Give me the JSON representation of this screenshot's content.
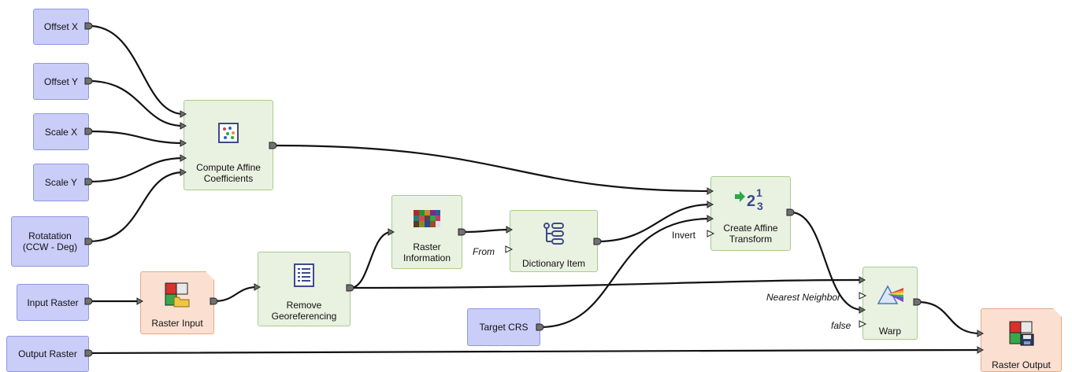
{
  "inputs": {
    "offset_x": "Offset X",
    "offset_y": "Offset Y",
    "scale_x": "Scale X",
    "scale_y": "Scale Y",
    "rotation_line1": "Rotatation",
    "rotation_line2": "(CCW - Deg)",
    "input_raster": "Input Raster",
    "output_raster": "Output Raster",
    "target_crs": "Target CRS"
  },
  "algorithms": {
    "compute_line1": "Compute Affine",
    "compute_line2": "Coefficients",
    "raster_input": "Raster Input",
    "remove_line1": "Remove",
    "remove_line2": "Georeferencing",
    "raster_info_line1": "Raster",
    "raster_info_line2": "Information",
    "dictionary_item": "Dictionary Item",
    "create_line1": "Create Affine",
    "create_line2": "Transform",
    "warp": "Warp",
    "raster_output": "Raster Output"
  },
  "ports": {
    "from": "From",
    "invert": "Invert",
    "nearest_neighbor": "Nearest Neighbor",
    "false_value": "false"
  },
  "colors": {
    "parameter_fill": "#c9cdf8",
    "algorithm_fill": "#e9f1e1",
    "io_fill": "#fbe0d2",
    "connector": "#111111",
    "port": "#707070"
  }
}
